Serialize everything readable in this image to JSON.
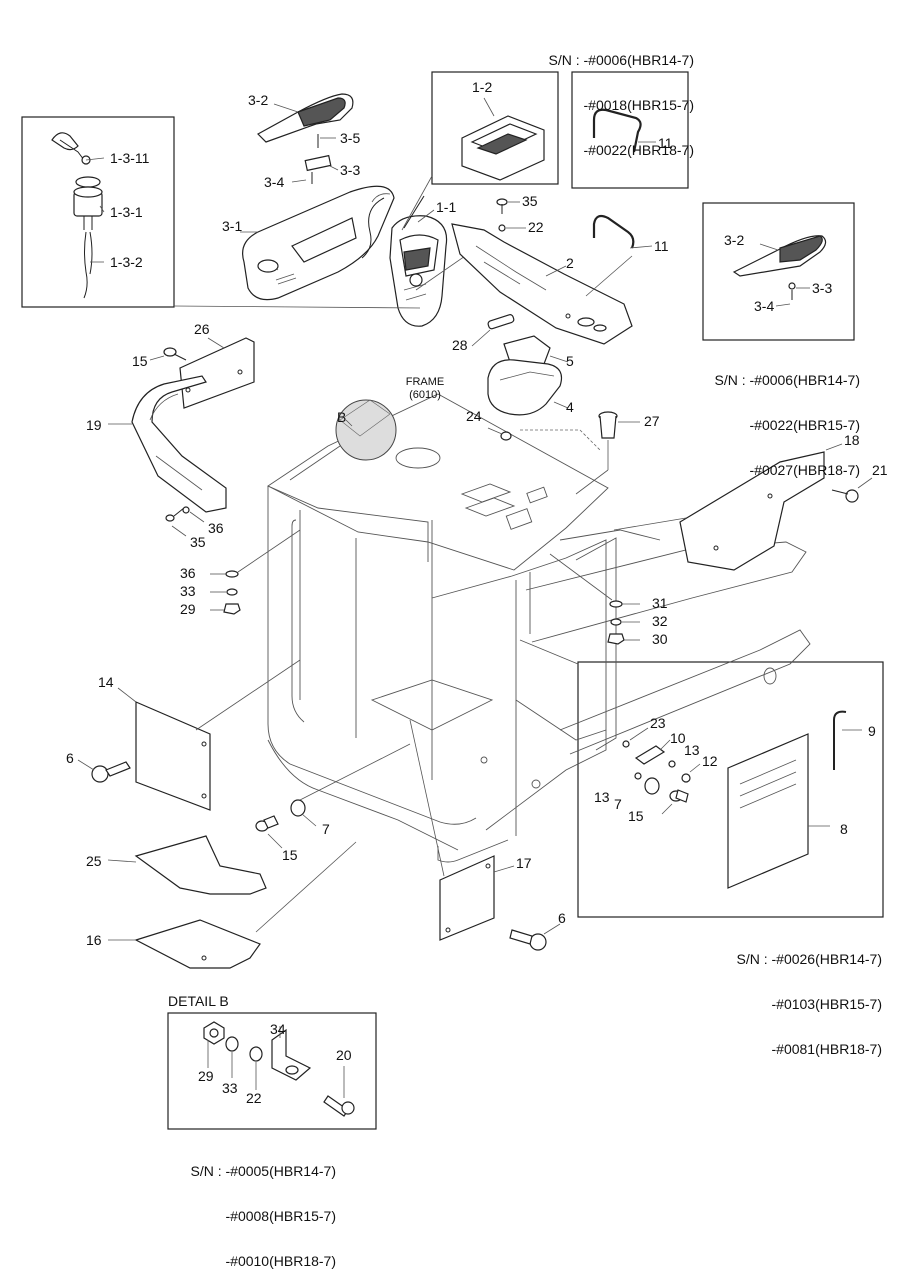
{
  "serial_notes": {
    "top_box": [
      "S/N : -#0006(HBR14-7)",
      "-#0018(HBR15-7)",
      "-#0022(HBR18-7)"
    ],
    "right_box": [
      "S/N : -#0006(HBR14-7)",
      "-#0022(HBR15-7)",
      "-#0027(HBR18-7)"
    ],
    "lower_right_box": [
      "S/N : -#0026(HBR14-7)",
      "-#0103(HBR15-7)",
      "-#0081(HBR18-7)"
    ],
    "detail_b_box": [
      "S/N : -#0005(HBR14-7)",
      "-#0008(HBR15-7)",
      "-#0010(HBR18-7)"
    ]
  },
  "frame_label": [
    "FRAME",
    "(6010)"
  ],
  "detail_title": "DETAIL B",
  "detail_marker": "B",
  "callouts": {
    "c1_3_11": "1-3-11",
    "c1_3_1": "1-3-1",
    "c1_3_2": "1-3-2",
    "c3_2_top": "3-2",
    "c3_5": "3-5",
    "c3_3_top": "3-3",
    "c3_4_top": "3-4",
    "c1_2": "1-2",
    "c11_box": "11",
    "c11_main": "11",
    "c3_1": "3-1",
    "c1_1": "1-1",
    "c35_top": "35",
    "c22_top": "22",
    "c2": "2",
    "c3_2_right": "3-2",
    "c3_3_right": "3-3",
    "c3_4_right": "3-4",
    "c26": "26",
    "c15_left": "15",
    "c28": "28",
    "c5": "5",
    "c4": "4",
    "c19": "19",
    "c24": "24",
    "c27": "27",
    "c18": "18",
    "c21": "21",
    "c36_a": "36",
    "c35_left": "35",
    "c36_b": "36",
    "c33": "33",
    "c29": "29",
    "c31": "31",
    "c32": "32",
    "c30": "30",
    "c14": "14",
    "c6_left": "6",
    "c7_left": "7",
    "c15_mid": "15",
    "c9": "9",
    "c23": "23",
    "c10": "10",
    "c13_a": "13",
    "c12": "12",
    "c13_b": "13",
    "c7_right": "7",
    "c15_right": "15",
    "c8": "8",
    "c25": "25",
    "c17": "17",
    "c6_right": "6",
    "c16": "16",
    "c34": "34",
    "c20": "20",
    "c29_d": "29",
    "c33_d": "33",
    "c22_d": "22"
  }
}
